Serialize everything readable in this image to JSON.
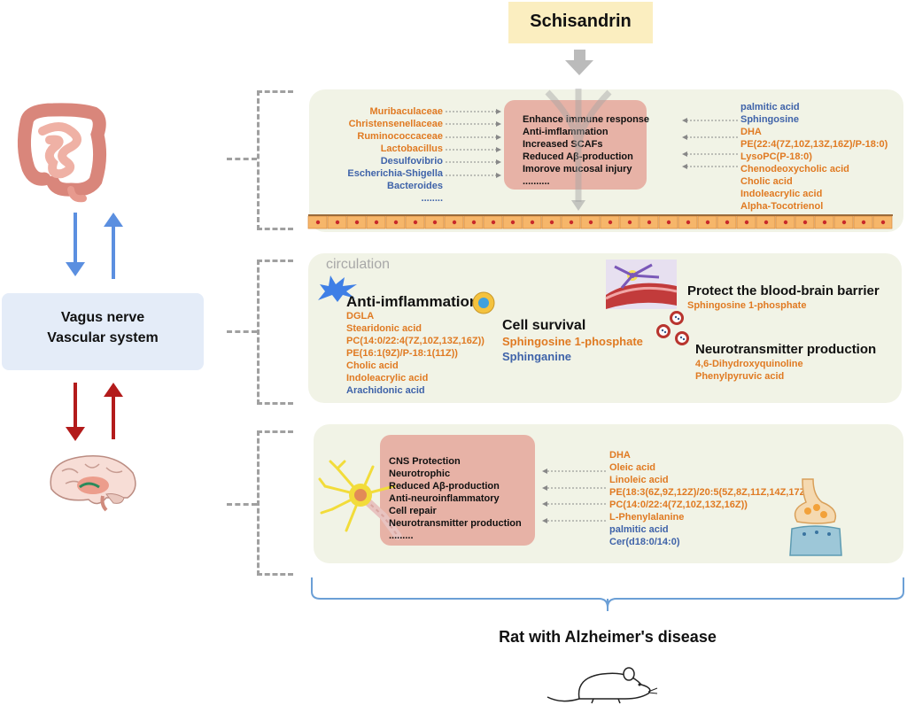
{
  "top_source": "Schisandrin",
  "gut_panel": {
    "bacteria": [
      {
        "name": "Muribaculaceae",
        "color": "#e07a22"
      },
      {
        "name": "Christensenellaceae",
        "color": "#e07a22"
      },
      {
        "name": "Ruminococcaceae",
        "color": "#e07a22"
      },
      {
        "name": "Lactobacillus",
        "color": "#e07a22"
      },
      {
        "name": "Desulfovibrio",
        "color": "#3f63a9"
      },
      {
        "name": "Escherichia-Shigella",
        "color": "#3f63a9"
      },
      {
        "name": "Bacteroides",
        "color": "#3f63a9"
      },
      {
        "name": "........",
        "color": "#3f63a9"
      }
    ],
    "effects": [
      "Enhance immune response",
      "Anti-imflammation",
      "Increased SCAFs",
      "Reduced Aβ-production",
      "Imorove mucosal injury",
      ".........."
    ],
    "metabolites": [
      {
        "name": "palmitic acid",
        "color": "#3f63a9"
      },
      {
        "name": "Sphingosine",
        "color": "#3f63a9"
      },
      {
        "name": "DHA",
        "color": "#e07a22"
      },
      {
        "name": "PE(22:4(7Z,10Z,13Z,16Z)/P-18:0)",
        "color": "#e07a22"
      },
      {
        "name": "LysoPC(P-18:0)",
        "color": "#e07a22"
      },
      {
        "name": "Chenodeoxycholic acid",
        "color": "#e07a22"
      },
      {
        "name": "Cholic acid",
        "color": "#e07a22"
      },
      {
        "name": "Indoleacrylic acid",
        "color": "#e07a22"
      },
      {
        "name": "Alpha-Tocotrienol",
        "color": "#e07a22"
      }
    ]
  },
  "left_column": {
    "hub_line1": "Vagus nerve",
    "hub_line2": "Vascular system"
  },
  "circulation_panel": {
    "label": "circulation",
    "anti_title": "Anti-imflammation",
    "anti_items": [
      {
        "name": "DGLA",
        "color": "#e07a22"
      },
      {
        "name": "Stearidonic acid",
        "color": "#e07a22"
      },
      {
        "name": "PC(14:0/22:4(7Z,10Z,13Z,16Z))",
        "color": "#e07a22"
      },
      {
        "name": "PE(16:1(9Z)/P-18:1(11Z))",
        "color": "#e07a22"
      },
      {
        "name": "Cholic acid",
        "color": "#e07a22"
      },
      {
        "name": "Indoleacrylic acid",
        "color": "#e07a22"
      },
      {
        "name": "Arachidonic acid",
        "color": "#3f63a9"
      }
    ],
    "survival_title": "Cell survival",
    "survival_items": [
      {
        "name": "Sphingosine 1-phosphate",
        "color": "#e07a22"
      },
      {
        "name": "Sphinganine",
        "color": "#3f63a9"
      }
    ],
    "bbb_title": "Protect the blood-brain barrier",
    "bbb_items": [
      {
        "name": "Sphingosine 1-phosphate",
        "color": "#e07a22"
      }
    ],
    "neuro_title": "Neurotransmitter  production",
    "neuro_items": [
      {
        "name": "4,6-Dihydroxyquinoline",
        "color": "#e07a22"
      },
      {
        "name": "Phenylpyruvic acid",
        "color": "#e07a22"
      }
    ]
  },
  "brain_panel": {
    "effects": [
      "CNS Protection",
      "Neurotrophic",
      "Reduced Aβ-production",
      "Anti-neuroinflammatory",
      "Cell repair",
      "Neurotransmitter  production",
      "........."
    ],
    "metabolites": [
      {
        "name": "DHA",
        "color": "#e07a22"
      },
      {
        "name": "Oleic acid",
        "color": "#e07a22"
      },
      {
        "name": "Linoleic acid",
        "color": "#e07a22"
      },
      {
        "name": "PE(18:3(6Z,9Z,12Z)/20:5(5Z,8Z,11Z,14Z,17Z))",
        "color": "#e07a22"
      },
      {
        "name": "PC(14:0/22:4(7Z,10Z,13Z,16Z))",
        "color": "#e07a22"
      },
      {
        "name": "L-Phenylalanine",
        "color": "#e07a22"
      },
      {
        "name": "palmitic acid",
        "color": "#3f63a9"
      },
      {
        "name": "Cer(d18:0/14:0)",
        "color": "#3f63a9"
      }
    ]
  },
  "bottom_label": "Rat with Alzheimer's disease",
  "colors": {
    "up": "#e07a22",
    "down": "#3f63a9",
    "gut_arrow": "#5b8fe0",
    "brain_arrow": "#b31b1b"
  },
  "icons": [
    "intestine-icon",
    "brain-icon",
    "mouse-icon",
    "neuron-icon",
    "synapse-icon",
    "bacteria-cell-icon",
    "blood-vessel-icon",
    "vesicle-icon",
    "starburst-icon"
  ]
}
